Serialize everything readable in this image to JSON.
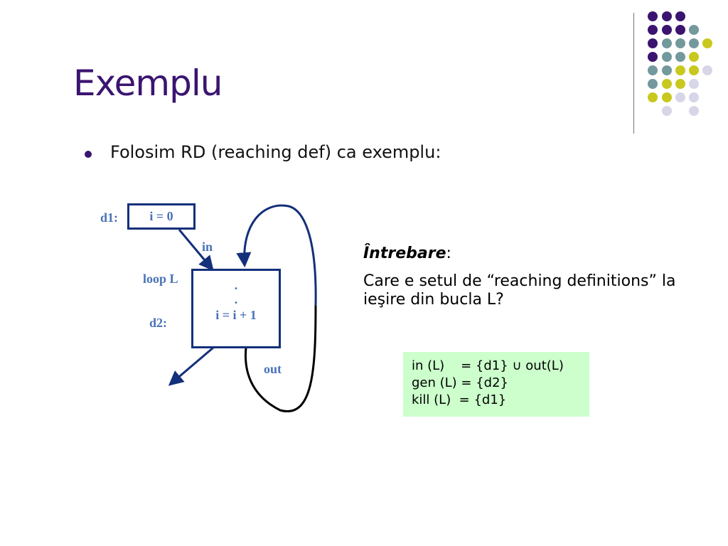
{
  "slide": {
    "title": "Exemplu",
    "bullet": "Folosim RD (reaching def) ca exemplu:"
  },
  "diagram": {
    "d1_label": "d1:",
    "d1_box": "i = 0",
    "in_label": "in",
    "loop_label": "loop L",
    "d2_label": "d2:",
    "loop_box_dot1": ".",
    "loop_box_dot2": ".",
    "loop_box_stmt": "i = i + 1",
    "out_label": "out"
  },
  "question": {
    "title": "Întrebare",
    "colon": ":",
    "body": "Care e setul de “reaching definitions” la ieşire din bucla L?"
  },
  "equations": [
    "in (L)    = {d1} ∪ out(L)",
    "gen (L) = {d2}",
    "kill (L)  = {d1}"
  ],
  "colors": {
    "title": "#3b1470",
    "diagram_label": "#4a72b8",
    "box_border": "#14307a",
    "equation_bg": "#ccffcc",
    "dot_purple": "#3b1470",
    "dot_teal": "#73999c",
    "dot_yellow": "#c8c81e",
    "dot_lavender": "#d6d6e8"
  }
}
